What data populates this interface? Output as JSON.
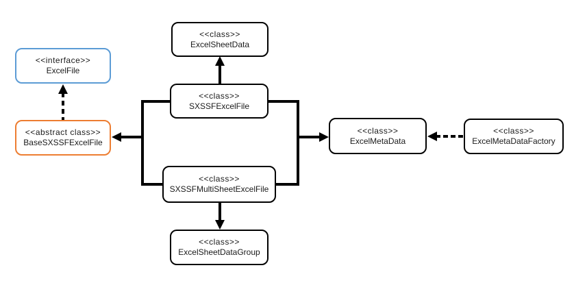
{
  "diagram": {
    "type": "uml-class-diagram",
    "nodes": [
      {
        "id": "excel-sheet-data",
        "stereotype": "<<class>>",
        "name": "ExcelSheetData",
        "kind": "class"
      },
      {
        "id": "excel-file",
        "stereotype": "<<interface>>",
        "name": "ExcelFile",
        "kind": "interface"
      },
      {
        "id": "sxssf-excel-file",
        "stereotype": "<<class>>",
        "name": "SXSSFExcelFile",
        "kind": "class"
      },
      {
        "id": "base-sxssf-excel-file",
        "stereotype": "<<abstract class>>",
        "name": "BaseSXSSFExcelFile",
        "kind": "abstract-class"
      },
      {
        "id": "sxssf-multi-sheet-excel-file",
        "stereotype": "<<class>>",
        "name": "SXSSFMultiSheetExcelFile",
        "kind": "class"
      },
      {
        "id": "excel-meta-data",
        "stereotype": "<<class>>",
        "name": "ExcelMetaData",
        "kind": "class"
      },
      {
        "id": "excel-meta-data-factory",
        "stereotype": "<<class>>",
        "name": "ExcelMetaDataFactory",
        "kind": "class"
      },
      {
        "id": "excel-sheet-data-group",
        "stereotype": "<<class>>",
        "name": "ExcelSheetDataGroup",
        "kind": "class"
      }
    ],
    "edges": [
      {
        "from": "SXSSFExcelFile",
        "to": "ExcelSheetData",
        "line": "solid",
        "arrowhead": "filled",
        "direction": "up"
      },
      {
        "from": "BaseSXSSFExcelFile",
        "to": "ExcelFile",
        "line": "dashed",
        "arrowhead": "filled",
        "direction": "up"
      },
      {
        "from": "SXSSFExcelFile",
        "to": "BaseSXSSFExcelFile",
        "line": "solid",
        "arrowhead": "filled",
        "direction": "left"
      },
      {
        "from": "SXSSFMultiSheetExcelFile",
        "to": "BaseSXSSFExcelFile",
        "line": "solid",
        "arrowhead": "filled",
        "direction": "left"
      },
      {
        "from": "SXSSFExcelFile",
        "to": "ExcelMetaData",
        "line": "solid",
        "arrowhead": "filled",
        "direction": "right"
      },
      {
        "from": "SXSSFMultiSheetExcelFile",
        "to": "ExcelMetaData",
        "line": "solid",
        "arrowhead": "filled",
        "direction": "right"
      },
      {
        "from": "ExcelMetaDataFactory",
        "to": "ExcelMetaData",
        "line": "dashed",
        "arrowhead": "filled",
        "direction": "left"
      },
      {
        "from": "SXSSFMultiSheetExcelFile",
        "to": "ExcelSheetDataGroup",
        "line": "solid",
        "arrowhead": "filled",
        "direction": "down"
      }
    ],
    "colors": {
      "class_border": "#000000",
      "interface_border": "#5B9BD5",
      "abstract_border": "#ED7D31",
      "line": "#000000",
      "text": "#1A1A1A",
      "background": "#FFFFFF"
    }
  }
}
